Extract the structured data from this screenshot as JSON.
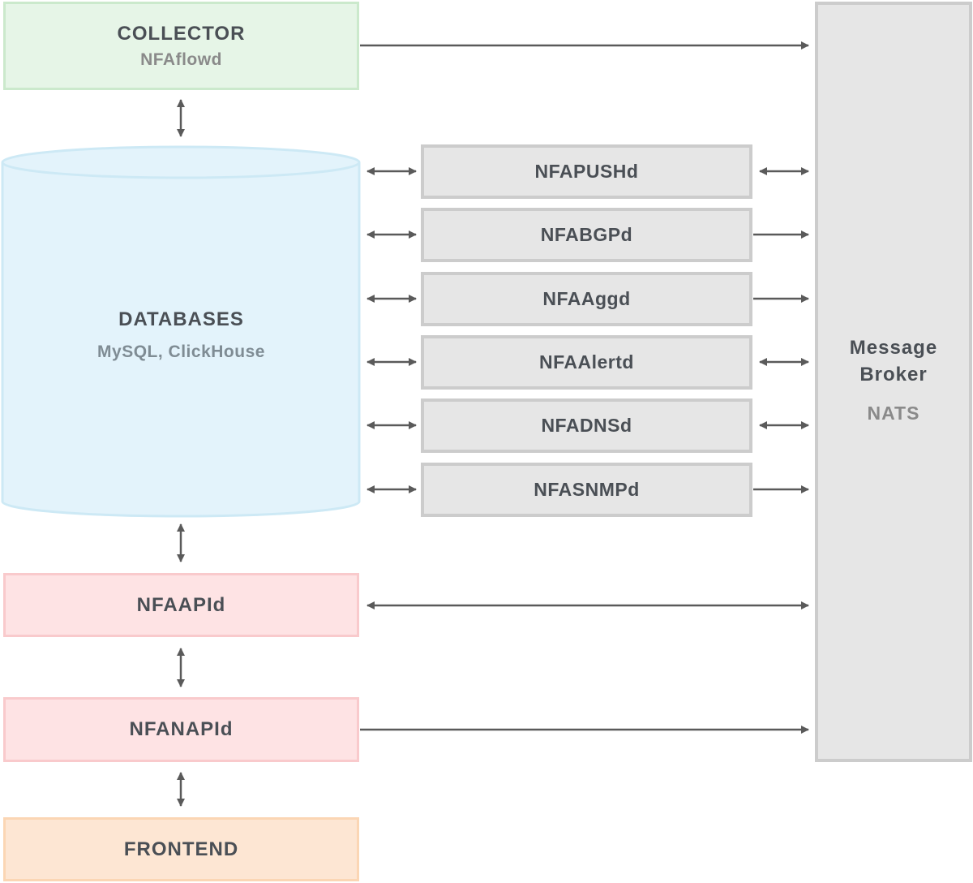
{
  "collector": {
    "title": "COLLECTOR",
    "subtitle": "NFAflowd"
  },
  "databases": {
    "title": "DATABASES",
    "subtitle": "MySQL, ClickHouse"
  },
  "services": [
    {
      "label": "NFAPUSHd"
    },
    {
      "label": "NFABGPd"
    },
    {
      "label": "NFAAggd"
    },
    {
      "label": "NFAAlertd"
    },
    {
      "label": "NFADNSd"
    },
    {
      "label": "NFASNMPd"
    }
  ],
  "nfaapid": {
    "title": "NFAAPId"
  },
  "nfanapid": {
    "title": "NFANAPId"
  },
  "frontend": {
    "title": "FRONTEND"
  },
  "broker": {
    "title_line1": "Message",
    "title_line2": "Broker",
    "subtitle": "NATS"
  },
  "colors": {
    "collector_fill": "#e6f5e7",
    "database_fill": "#e3f3fb",
    "api_fill": "#fee3e4",
    "frontend_fill": "#fde6d3",
    "service_fill": "#e6e6e6",
    "arrow": "#5a5a5a"
  }
}
